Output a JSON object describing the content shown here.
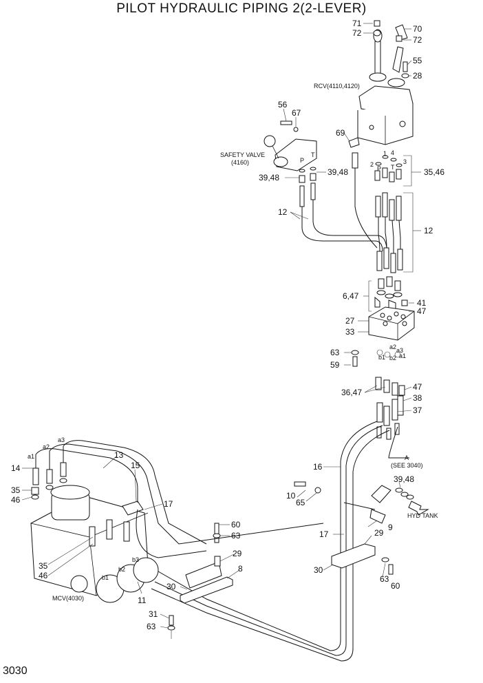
{
  "title": "PILOT HYDRAULIC PIPING 2(2-LEVER)",
  "page_number": "3030",
  "assembly_labels": {
    "rcv": "RCV(4110,4120)",
    "safety_valve_line1": "SAFETY VALVE",
    "safety_valve_line2": "(4160)",
    "mcv": "MCV(4030)",
    "see_ref_a": "A",
    "see_ref": "(SEE 3040)",
    "hyd_tank": "HYD TANK"
  },
  "port_letters": [
    "P",
    "T",
    "a1",
    "a2",
    "a3",
    "b1",
    "b2",
    "b3",
    "1",
    "2",
    "3",
    "4",
    "P",
    "T"
  ],
  "callouts": [
    "71",
    "72",
    "70",
    "72",
    "55",
    "28",
    "56",
    "67",
    "69",
    "39,48",
    "39,48",
    "35,46",
    "12",
    "12",
    "6,47",
    "41",
    "47",
    "27",
    "33",
    "63",
    "59",
    "36,47",
    "47",
    "38",
    "37",
    "14",
    "35",
    "46",
    "13",
    "15",
    "17",
    "16",
    "10",
    "65",
    "39,48",
    "9",
    "60",
    "63",
    "29",
    "8",
    "30",
    "17",
    "29",
    "30",
    "63",
    "60",
    "35",
    "46",
    "11",
    "31",
    "63"
  ]
}
